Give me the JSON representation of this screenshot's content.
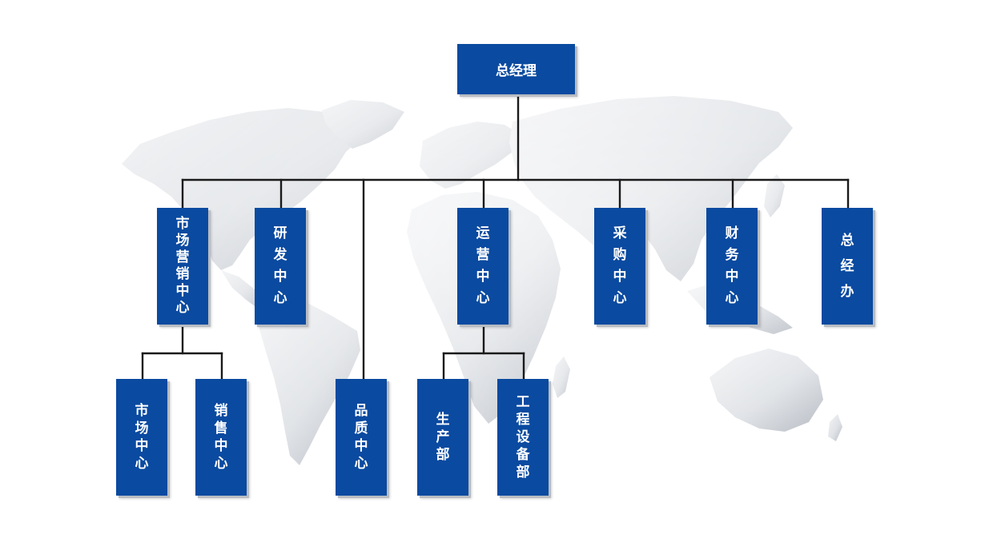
{
  "org_chart": {
    "root": {
      "label": "总经理"
    },
    "departments": [
      {
        "id": "marketing",
        "label": "市场营销中心"
      },
      {
        "id": "rd",
        "label": "研发中心"
      },
      {
        "id": "quality",
        "label": "品质中心"
      },
      {
        "id": "operations",
        "label": "运营中心"
      },
      {
        "id": "purchasing",
        "label": "采购中心"
      },
      {
        "id": "finance",
        "label": "财务中心"
      },
      {
        "id": "office",
        "label": "总经办"
      }
    ],
    "sub_units": [
      {
        "id": "market",
        "parent": "marketing",
        "label": "市场中心"
      },
      {
        "id": "sales",
        "parent": "marketing",
        "label": "销售中心"
      },
      {
        "id": "production",
        "parent": "operations",
        "label": "生产部"
      },
      {
        "id": "engineering",
        "parent": "operations",
        "label": "工程设备部"
      }
    ]
  },
  "colors": {
    "box_fill": "#0a4aa0",
    "box_text": "#ffffff",
    "connector": "#1a1a1a",
    "map_light": "#eef0f3",
    "map_dark": "#b9bec6"
  }
}
